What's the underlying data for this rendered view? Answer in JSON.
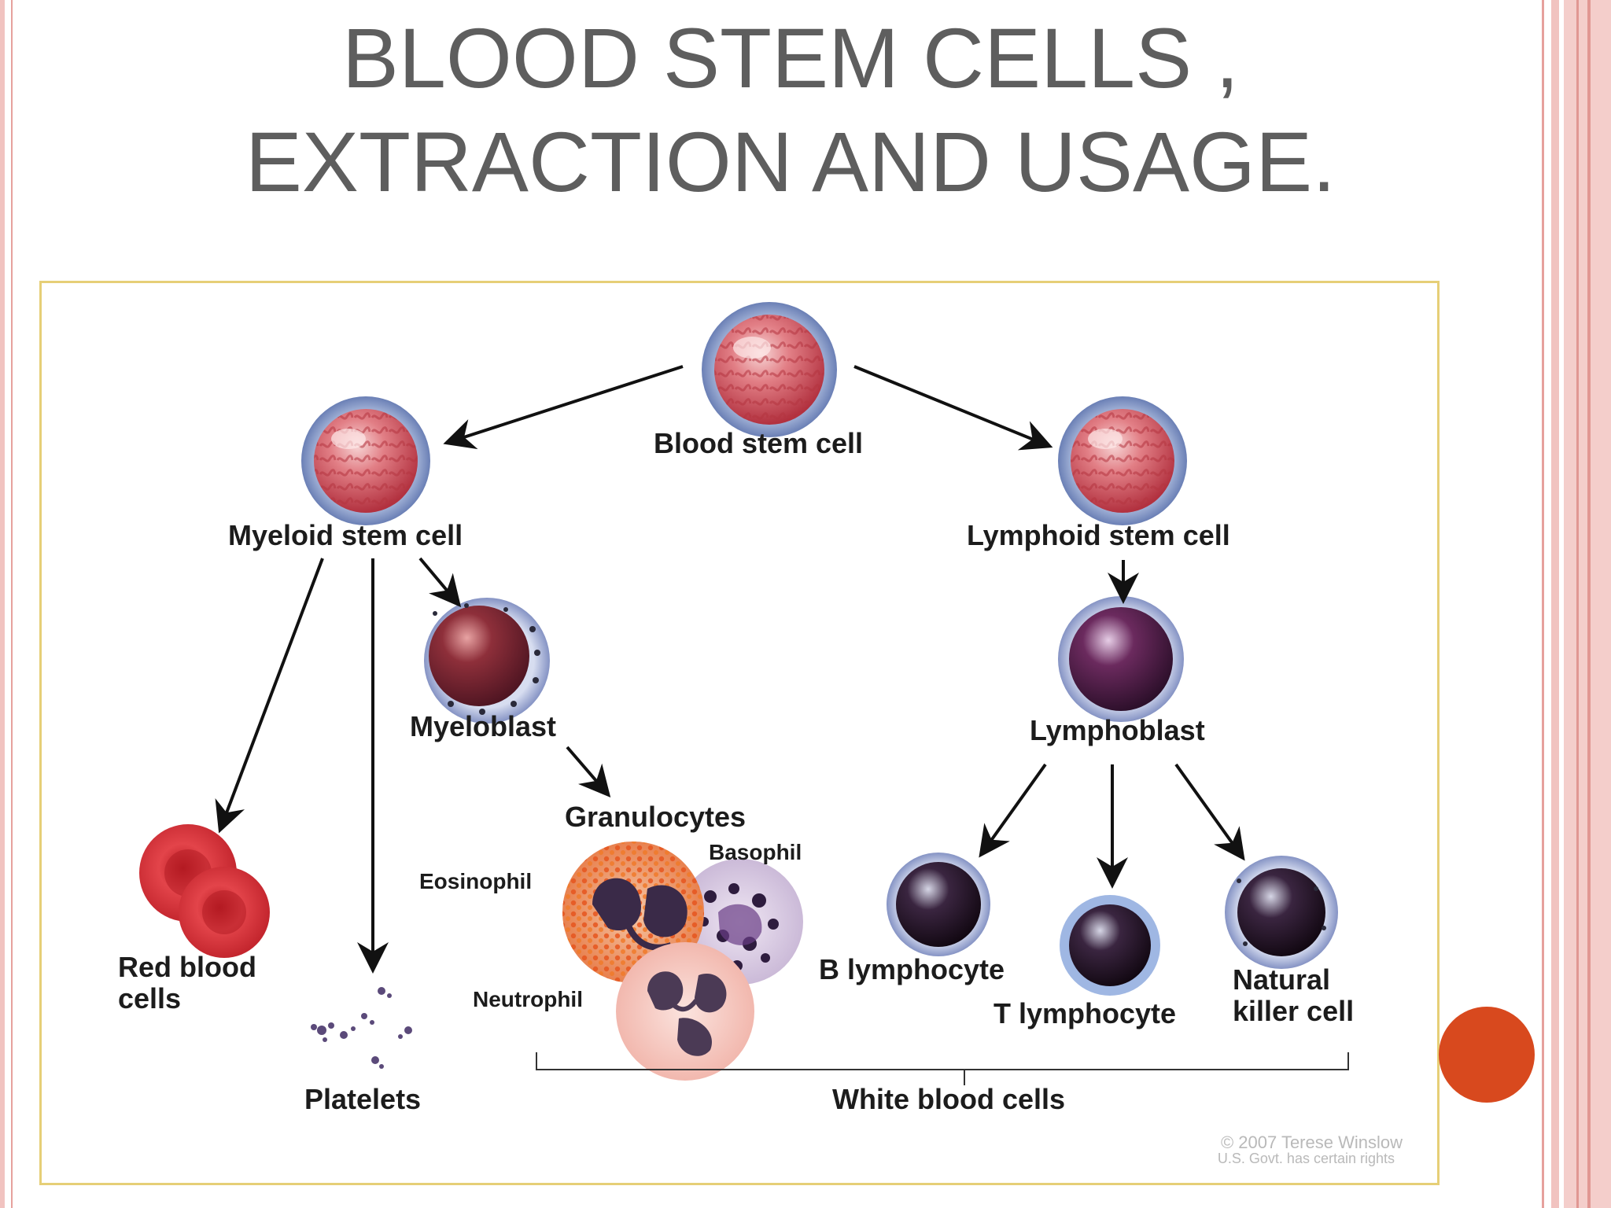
{
  "slide": {
    "title_line1": "BLOOD STEM CELLS ,",
    "title_line2": "EXTRACTION AND USAGE."
  },
  "diagram": {
    "labels": {
      "blood_stem_cell": "Blood stem cell",
      "myeloid_stem_cell": "Myeloid stem cell",
      "lymphoid_stem_cell": "Lymphoid stem cell",
      "myeloblast": "Myeloblast",
      "lymphoblast": "Lymphoblast",
      "granulocytes": "Granulocytes",
      "eosinophil": "Eosinophil",
      "basophil": "Basophil",
      "neutrophil": "Neutrophil",
      "red_blood_cells": "Red blood\ncells",
      "platelets": "Platelets",
      "b_lymphocyte": "B lymphocyte",
      "t_lymphocyte": "T lymphocyte",
      "natural_killer_cell": "Natural\nkiller cell",
      "white_blood_cells": "White blood cells"
    },
    "credit_line1": "© 2007 Terese Winslow",
    "credit_line2": "U.S. Govt. has certain rights"
  },
  "colors": {
    "title": "#5e5e5e",
    "accent_dot": "#d8491e",
    "border_pink": "#f1c3c0",
    "diagram_border": "#e6cf77"
  }
}
